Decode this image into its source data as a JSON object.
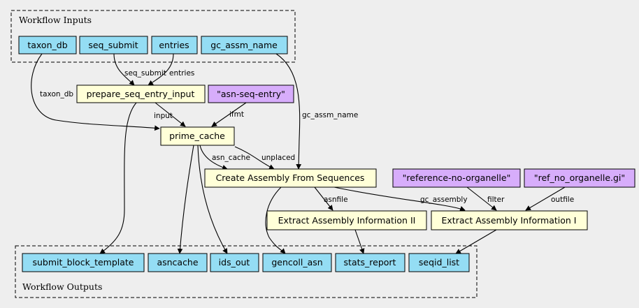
{
  "colors": {
    "background": "#eeeeee",
    "io_node": "#94ddf4",
    "step_node": "#ffffd8",
    "param_node": "#d7adfb"
  },
  "clusters": {
    "inputs_label": "Workflow Inputs",
    "outputs_label": "Workflow Outputs"
  },
  "inputs": {
    "taxon_db": "taxon_db",
    "seq_submit": "seq_submit",
    "entries": "entries",
    "gc_assm_name": "gc_assm_name"
  },
  "steps": {
    "prepare": "prepare_seq_entry_input",
    "prime": "prime_cache",
    "create": "Create Assembly From Sequences",
    "extract2": "Extract Assembly Information II",
    "extract1": "Extract Assembly Information I"
  },
  "params": {
    "asn_seq_entry": "\"asn-seq-entry\"",
    "ref_no_organelle": "\"reference-no-organelle\"",
    "ref_no_organelle_gi": "\"ref_no_organelle.gi\""
  },
  "outputs": {
    "submit_block_template": "submit_block_template",
    "asncache": "asncache",
    "ids_out": "ids_out",
    "gencoll_asn": "gencoll_asn",
    "stats_report": "stats_report",
    "seqid_list": "seqid_list"
  },
  "edge_labels": {
    "seq_submit": "seq_submit",
    "entries": "entries",
    "taxon_db": "taxon_db",
    "input": "input",
    "ifmt": "ifmt",
    "gc_assm_name": "gc_assm_name",
    "asn_cache": "asn_cache",
    "unplaced": "unplaced",
    "asnfile": "asnfile",
    "gc_assembly": "gc_assembly",
    "filter": "filter",
    "outfile": "outfile"
  }
}
